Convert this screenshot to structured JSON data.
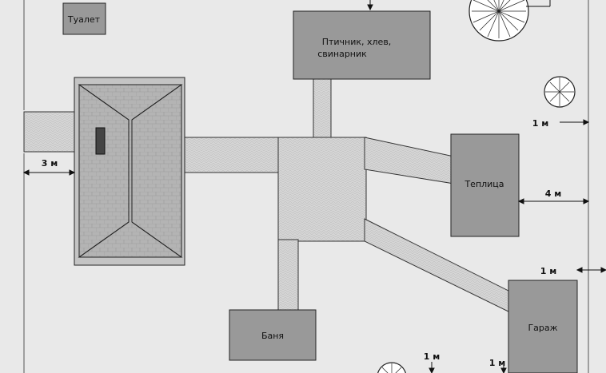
{
  "buildings": {
    "toilet": "Туалет",
    "poultry": {
      "line1": "Птичник, хлев,",
      "line2": "свинарник"
    },
    "greenhouse": "Теплица",
    "bathhouse": "Баня",
    "garage": "Гараж"
  },
  "dimensions": {
    "house_left": "3 м",
    "tree_right": "1 м",
    "greenhouse_right": "4 м",
    "garage_right": "1 м",
    "bottom_center": "1 м",
    "garage_bottom": "1 м"
  },
  "colors": {
    "background": "#e9e9e9",
    "building_fill": "#999999",
    "path_fill": "#d4d4d4",
    "roof_fill": "#b0b0b0",
    "outline": "#222222"
  }
}
